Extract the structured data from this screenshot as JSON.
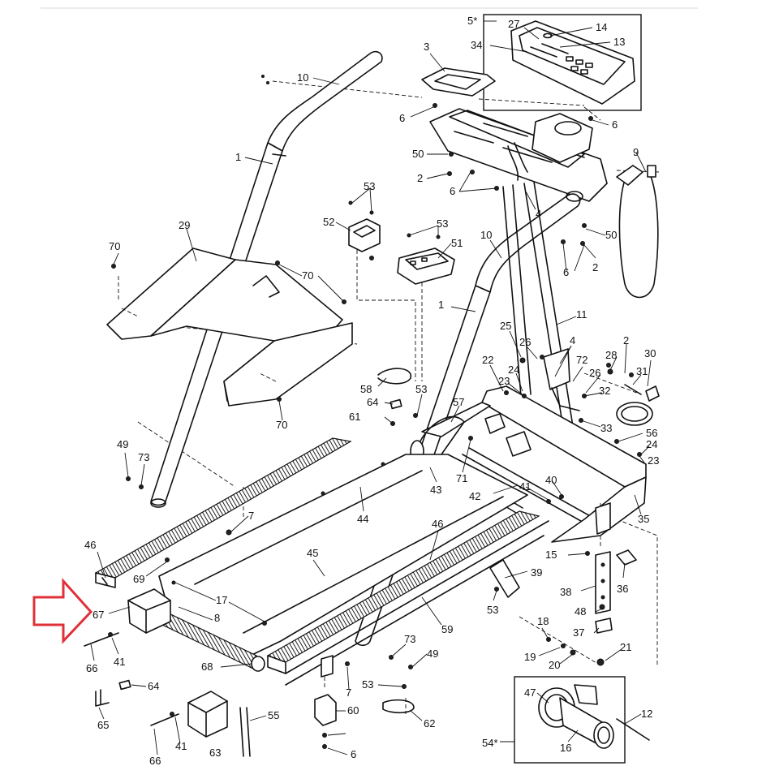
{
  "diagram": {
    "arrow_color": "#e0303a",
    "callouts": [
      {
        "id": "c5",
        "text": "5*"
      },
      {
        "id": "c27",
        "text": "27"
      },
      {
        "id": "c14",
        "text": "14"
      },
      {
        "id": "c13",
        "text": "13"
      },
      {
        "id": "c34",
        "text": "34"
      },
      {
        "id": "c3",
        "text": "3"
      },
      {
        "id": "c10a",
        "text": "10"
      },
      {
        "id": "c6a",
        "text": "6"
      },
      {
        "id": "c6b",
        "text": "6"
      },
      {
        "id": "c1a",
        "text": "1"
      },
      {
        "id": "c50a",
        "text": "50"
      },
      {
        "id": "c2a",
        "text": "2"
      },
      {
        "id": "c6c",
        "text": "6"
      },
      {
        "id": "c9",
        "text": "9"
      },
      {
        "id": "c53a",
        "text": "53"
      },
      {
        "id": "c52",
        "text": "52"
      },
      {
        "id": "c53b",
        "text": "53"
      },
      {
        "id": "c51",
        "text": "51"
      },
      {
        "id": "c4a",
        "text": "4"
      },
      {
        "id": "c50b",
        "text": "50"
      },
      {
        "id": "c29",
        "text": "29"
      },
      {
        "id": "c70a",
        "text": "70"
      },
      {
        "id": "c70b",
        "text": "70"
      },
      {
        "id": "c10b",
        "text": "10"
      },
      {
        "id": "c6d",
        "text": "6"
      },
      {
        "id": "c2b",
        "text": "2"
      },
      {
        "id": "c1b",
        "text": "1"
      },
      {
        "id": "c11",
        "text": "11"
      },
      {
        "id": "c25",
        "text": "25"
      },
      {
        "id": "c26a",
        "text": "26"
      },
      {
        "id": "c4b",
        "text": "4"
      },
      {
        "id": "c2c",
        "text": "2"
      },
      {
        "id": "c28",
        "text": "28"
      },
      {
        "id": "c30",
        "text": "30"
      },
      {
        "id": "c22",
        "text": "22"
      },
      {
        "id": "c24a",
        "text": "24"
      },
      {
        "id": "c72",
        "text": "72"
      },
      {
        "id": "c26b",
        "text": "26"
      },
      {
        "id": "c31",
        "text": "31"
      },
      {
        "id": "c23a",
        "text": "23"
      },
      {
        "id": "c32",
        "text": "32"
      },
      {
        "id": "c58",
        "text": "58"
      },
      {
        "id": "c53c",
        "text": "53"
      },
      {
        "id": "c70c",
        "text": "70"
      },
      {
        "id": "c64a",
        "text": "64"
      },
      {
        "id": "c57",
        "text": "57"
      },
      {
        "id": "c33",
        "text": "33"
      },
      {
        "id": "c61",
        "text": "61"
      },
      {
        "id": "c56",
        "text": "56"
      },
      {
        "id": "c24b",
        "text": "24"
      },
      {
        "id": "c49a",
        "text": "49"
      },
      {
        "id": "c73a",
        "text": "73"
      },
      {
        "id": "c23b",
        "text": "23"
      },
      {
        "id": "c71",
        "text": "71"
      },
      {
        "id": "c43",
        "text": "43"
      },
      {
        "id": "c40",
        "text": "40"
      },
      {
        "id": "c42",
        "text": "42"
      },
      {
        "id": "c41a",
        "text": "41"
      },
      {
        "id": "c44",
        "text": "44"
      },
      {
        "id": "c35",
        "text": "35"
      },
      {
        "id": "c7a",
        "text": "7"
      },
      {
        "id": "c46a",
        "text": "46"
      },
      {
        "id": "c46b",
        "text": "46"
      },
      {
        "id": "c45",
        "text": "45"
      },
      {
        "id": "c15",
        "text": "15"
      },
      {
        "id": "c36",
        "text": "36"
      },
      {
        "id": "c69",
        "text": "69"
      },
      {
        "id": "c39",
        "text": "39"
      },
      {
        "id": "c38",
        "text": "38"
      },
      {
        "id": "c17",
        "text": "17"
      },
      {
        "id": "c67",
        "text": "67"
      },
      {
        "id": "c8",
        "text": "8"
      },
      {
        "id": "c53d",
        "text": "53"
      },
      {
        "id": "c48",
        "text": "48"
      },
      {
        "id": "c59",
        "text": "59"
      },
      {
        "id": "c37",
        "text": "37"
      },
      {
        "id": "c18",
        "text": "18"
      },
      {
        "id": "c66a",
        "text": "66"
      },
      {
        "id": "c41b",
        "text": "41"
      },
      {
        "id": "c73b",
        "text": "73"
      },
      {
        "id": "c49b",
        "text": "49"
      },
      {
        "id": "c21",
        "text": "21"
      },
      {
        "id": "c19",
        "text": "19"
      },
      {
        "id": "c20",
        "text": "20"
      },
      {
        "id": "c68",
        "text": "68"
      },
      {
        "id": "c7b",
        "text": "7"
      },
      {
        "id": "c53e",
        "text": "53"
      },
      {
        "id": "c64b",
        "text": "64"
      },
      {
        "id": "c47",
        "text": "47"
      },
      {
        "id": "c60",
        "text": "60"
      },
      {
        "id": "c55",
        "text": "55"
      },
      {
        "id": "c62",
        "text": "62"
      },
      {
        "id": "c65",
        "text": "65"
      },
      {
        "id": "c41c",
        "text": "41"
      },
      {
        "id": "c12",
        "text": "12"
      },
      {
        "id": "c66b",
        "text": "66"
      },
      {
        "id": "c63",
        "text": "63"
      },
      {
        "id": "c6e",
        "text": "6"
      },
      {
        "id": "c54",
        "text": "54*"
      },
      {
        "id": "c16",
        "text": "16"
      }
    ]
  }
}
